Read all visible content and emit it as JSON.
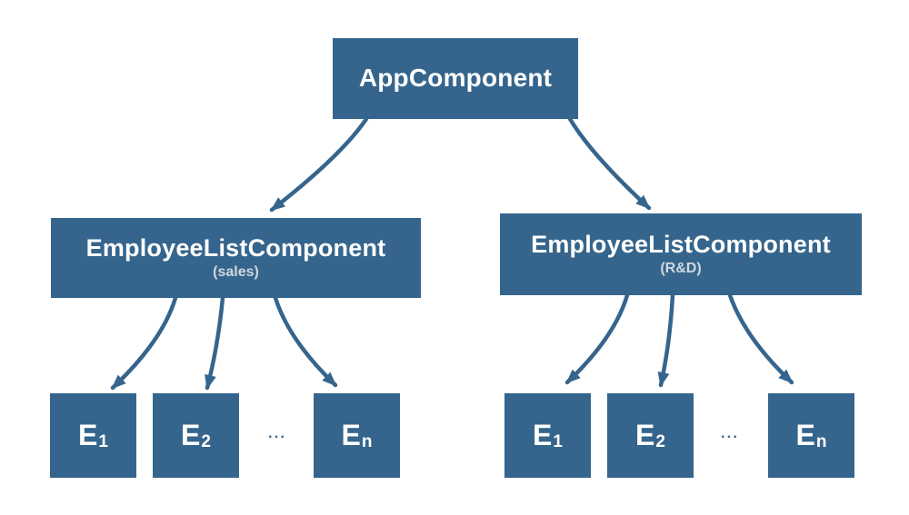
{
  "diagram": {
    "type": "component-tree",
    "background_color": "#ffffff",
    "node_fill_color": "#35658c",
    "node_text_color": "#ffffff",
    "subtitle_text_color": "#d0d8e0",
    "arrow_color": "#35658c",
    "root": {
      "title": "AppComponent"
    },
    "groups": [
      {
        "title": "EmployeeListComponent",
        "subtitle": "(sales)",
        "ellipsis": "...",
        "leaves": [
          {
            "main": "E",
            "sub": "1"
          },
          {
            "main": "E",
            "sub": "2"
          },
          {
            "main": "E",
            "sub": "n"
          }
        ]
      },
      {
        "title": "EmployeeListComponent",
        "subtitle": "(R&D)",
        "ellipsis": "...",
        "leaves": [
          {
            "main": "E",
            "sub": "1"
          },
          {
            "main": "E",
            "sub": "2"
          },
          {
            "main": "E",
            "sub": "n"
          }
        ]
      }
    ]
  }
}
